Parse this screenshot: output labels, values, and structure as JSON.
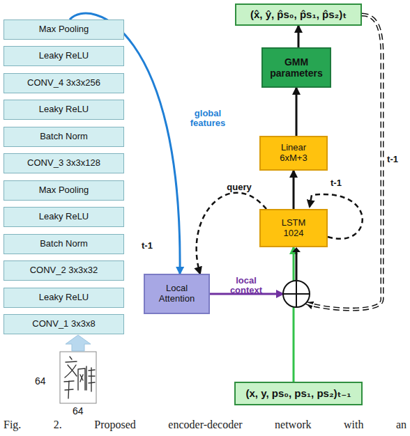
{
  "diagram": {
    "caption": "Fig. 2. Proposed encoder-decoder network with an",
    "nodes": [
      {
        "text": [
          "Max Pooling"
        ]
      },
      {
        "text": [
          "Leaky ReLU"
        ]
      },
      {
        "text": [
          "CONV_4 3x3x256"
        ]
      },
      {
        "text": [
          "Leaky ReLU"
        ]
      },
      {
        "text": [
          "Batch Norm"
        ]
      },
      {
        "text": [
          "CONV_3 3x3x128"
        ]
      },
      {
        "text": [
          "Max Pooling"
        ]
      },
      {
        "text": [
          "Leaky ReLU"
        ]
      },
      {
        "text": [
          "Batch Norm"
        ]
      },
      {
        "text": [
          "CONV_2 3x3x32"
        ]
      },
      {
        "text": [
          "Leaky ReLU"
        ]
      },
      {
        "text": [
          "CONV_1 3x3x8"
        ]
      },
      {
        "text": [
          "(x̂, ŷ, p̂s₀, p̂s₁, p̂s₂)ₜ"
        ]
      },
      {
        "text": [
          "GMM parameters"
        ]
      },
      {
        "text": [
          "Linear 6xM+3"
        ]
      },
      {
        "text": [
          "LSTM 1024"
        ]
      },
      {
        "text": [
          "Local Attention"
        ]
      },
      {
        "text": [
          "(x, y, ps₀, ps₁, ps₂)ₜ₋₁"
        ]
      }
    ],
    "edges": [
      {
        "from": 0,
        "to": 16,
        "label": "global features",
        "arrow": "to"
      },
      {
        "from": 16,
        "to": 15,
        "label": "local context",
        "arrow": "to"
      },
      {
        "from": 17,
        "to": 15,
        "arrow": "to"
      },
      {
        "from": 15,
        "to": 14,
        "arrow": "to"
      },
      {
        "from": 14,
        "to": 13,
        "arrow": "to"
      },
      {
        "from": 13,
        "to": 12,
        "arrow": "to"
      },
      {
        "from": 15,
        "to": 16,
        "label": "query",
        "arrow": "to"
      },
      {
        "from": 12,
        "to": 15,
        "label": "t-1",
        "arrow": "to"
      }
    ],
    "labels": [
      "t-1",
      "t-1",
      "64",
      "64"
    ]
  }
}
